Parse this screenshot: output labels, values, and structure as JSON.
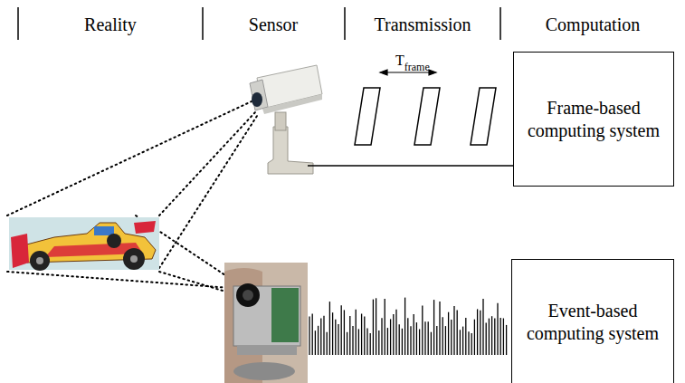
{
  "diagram": {
    "nodes": [
      {
        "text": [
          "Frame-based computing system"
        ]
      },
      {
        "text": [
          "Event-based computing system"
        ]
      }
    ],
    "labels": [
      "Reality",
      "Sensor",
      "Transmission",
      "Computation",
      "T",
      "frame"
    ]
  }
}
